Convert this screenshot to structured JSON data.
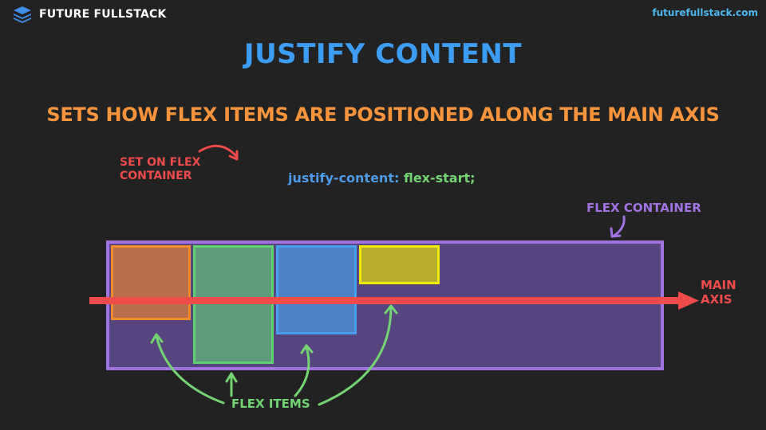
{
  "brand": {
    "name": "FUTURE FULLSTACK",
    "icon": "stacked-layers-icon",
    "color": "#ffffff",
    "icon_color": "#3d8ee8"
  },
  "site_url": "futurefullstack.com",
  "title": "JUSTIFY CONTENT",
  "subtitle": "SETS HOW FLEX ITEMS ARE POSITIONED ALONG THE MAIN AXIS",
  "note": {
    "line1": "SET ON FLEX",
    "line2": "CONTAINER"
  },
  "code": {
    "property": "justify-content:",
    "value": "flex-start;"
  },
  "labels": {
    "flex_container": "FLEX CONTAINER",
    "main_axis_line1": "MAIN",
    "main_axis_line2": "AXIS",
    "flex_items": "FLEX ITEMS"
  },
  "colors": {
    "background": "#222222",
    "title": "#3d9df2",
    "subtitle": "#f7943c",
    "accent_red": "#ef4b4b",
    "container_fill": "#56457f",
    "container_border": "#a173e0",
    "item_orange": "#f38c2b",
    "item_green": "#5fd071",
    "item_blue": "#47a0ee",
    "item_yellow": "#f0e900"
  }
}
